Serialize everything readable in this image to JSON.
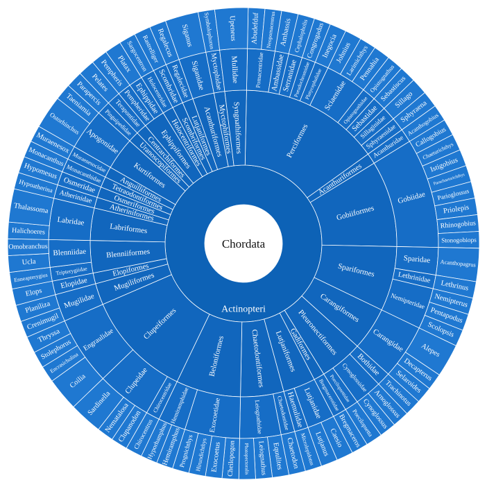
{
  "colors": {
    "level0": "#ffffff",
    "level1": "#0d62b6",
    "level2": "#1166bd",
    "level3": "#166dc6",
    "level4": "#1f78d1",
    "separator": "#ffffff",
    "text": "#ffffff",
    "center_text": "#111111"
  },
  "chart_data": {
    "type": "sunburst",
    "title": "",
    "root": "Chordata",
    "levels": [
      "phylum",
      "class",
      "order",
      "family",
      "genus"
    ],
    "tree": {
      "name": "Chordata",
      "children": [
        {
          "name": "Actinopteri",
          "children": [
            {
              "name": "Perciformes",
              "children": [
                {
                  "name": "Pomacentridae",
                  "children": [
                    {
                      "name": "Abudefduf",
                      "value": 1
                    },
                    {
                      "name": "Neopomacentrus",
                      "value": 1
                    }
                  ]
                },
                {
                  "name": "Ambassidae",
                  "children": [
                    {
                      "name": "Ambassis",
                      "value": 1
                    }
                  ]
                },
                {
                  "name": "Serranidae",
                  "children": [
                    {
                      "name": "Cephalopholis",
                      "value": 1
                    }
                  ]
                },
                {
                  "name": "Pseudochromidae",
                  "children": [
                    {
                      "name": "Congrogadus",
                      "value": 1
                    }
                  ]
                },
                {
                  "name": "Platycephalidae",
                  "children": [
                    {
                      "name": "Inegocia",
                      "value": 1
                    }
                  ]
                },
                {
                  "name": "Sciaenidae",
                  "children": [
                    {
                      "name": "Johnius",
                      "value": 1
                    },
                    {
                      "name": "Larimichthys",
                      "value": 1
                    },
                    {
                      "name": "Pennahia",
                      "value": 1
                    }
                  ]
                },
                {
                  "name": "Opistognathidae",
                  "children": [
                    {
                      "name": "Opistognathus",
                      "value": 1
                    }
                  ]
                },
                {
                  "name": "Sebastidae",
                  "children": [
                    {
                      "name": "Sebastiscus",
                      "value": 1
                    }
                  ]
                },
                {
                  "name": "Sillaginidae",
                  "children": [
                    {
                      "name": "Sillago",
                      "value": 1
                    }
                  ]
                },
                {
                  "name": "Sphyraenidae",
                  "children": [
                    {
                      "name": "Sphyraena",
                      "value": 1
                    }
                  ]
                }
              ]
            },
            {
              "name": "Acanthuriformes",
              "children": [
                {
                  "name": "Acanthuridae",
                  "children": [
                    {
                      "name": "Acanthogobius",
                      "value": 1
                    }
                  ]
                }
              ]
            },
            {
              "name": "Gobiiformes",
              "children": [
                {
                  "name": "Gobiidae",
                  "children": [
                    {
                      "name": "Callogobius",
                      "value": 1
                    },
                    {
                      "name": "Chaeturichthys",
                      "value": 1
                    },
                    {
                      "name": "Istigobius",
                      "value": 1
                    },
                    {
                      "name": "Parachaeturichthys",
                      "value": 1
                    },
                    {
                      "name": "Parioglossus",
                      "value": 1
                    },
                    {
                      "name": "Priolepis",
                      "value": 1
                    },
                    {
                      "name": "Rhinogobius",
                      "value": 1
                    },
                    {
                      "name": "Stonogobiops",
                      "value": 1
                    }
                  ]
                }
              ]
            },
            {
              "name": "Spariformes",
              "children": [
                {
                  "name": "Sparidae",
                  "children": [
                    {
                      "name": "Acanthopagrus",
                      "value": 2
                    }
                  ]
                },
                {
                  "name": "Lethrinidae",
                  "children": [
                    {
                      "name": "Lethrinus",
                      "value": 1
                    }
                  ]
                },
                {
                  "name": "Nemipteridae",
                  "children": [
                    {
                      "name": "Nemipterus",
                      "value": 1
                    },
                    {
                      "name": "Pentapodus",
                      "value": 1
                    },
                    {
                      "name": "Scolopsis",
                      "value": 1
                    }
                  ]
                }
              ]
            },
            {
              "name": "Carangiformes",
              "children": [
                {
                  "name": "Carangidae",
                  "children": [
                    {
                      "name": "Alepes",
                      "value": 2
                    },
                    {
                      "name": "Decapterus",
                      "value": 1
                    },
                    {
                      "name": "Selaroides",
                      "value": 1
                    }
                  ]
                }
              ]
            },
            {
              "name": "Pleuronectiformes",
              "children": [
                {
                  "name": "Bothidae",
                  "children": [
                    {
                      "name": "Trachinotus",
                      "value": 1
                    }
                  ]
                },
                {
                  "name": "Cynoglossidae",
                  "children": [
                    {
                      "name": "Arnoglossus",
                      "value": 1
                    },
                    {
                      "name": "Cynoglossus",
                      "value": 1
                    }
                  ]
                },
                {
                  "name": "Poecilopsettidae",
                  "children": [
                    {
                      "name": "Poecilopsetta",
                      "value": 1
                    }
                  ]
                }
              ]
            },
            {
              "name": "Gadiformes",
              "children": [
                {
                  "name": "Bregmacerotidae",
                  "children": [
                    {
                      "name": "Bregmaceros",
                      "value": 1
                    }
                  ]
                }
              ]
            },
            {
              "name": "Lutjaniformes",
              "children": [
                {
                  "name": "Lutjanidae",
                  "children": [
                    {
                      "name": "Caesio",
                      "value": 1
                    },
                    {
                      "name": "Lutjanus",
                      "value": 1
                    }
                  ]
                },
                {
                  "name": "Haemulidae",
                  "children": [
                    {
                      "name": "Microlepidotus",
                      "value": 1
                    }
                  ]
                }
              ]
            },
            {
              "name": "Chaetodontiformes",
              "children": [
                {
                  "name": "Chaetodontidae",
                  "children": [
                    {
                      "name": "Chaetodon",
                      "value": 1
                    }
                  ]
                },
                {
                  "name": "Leiognathidae",
                  "children": [
                    {
                      "name": "Equulites",
                      "value": 1
                    },
                    {
                      "name": "Leiognathus",
                      "value": 1
                    },
                    {
                      "name": "Photopectoralis",
                      "value": 1
                    }
                  ]
                }
              ]
            },
            {
              "name": "Beloniformes",
              "children": [
                {
                  "name": "Exocoetidae",
                  "children": [
                    {
                      "name": "Cheilopogon",
                      "value": 1
                    },
                    {
                      "name": "Exocoetus",
                      "value": 1
                    },
                    {
                      "name": "Hirundichthys",
                      "value": 1
                    },
                    {
                      "name": "Prognichthys",
                      "value": 1
                    }
                  ]
                },
                {
                  "name": "Hemiramphidae",
                  "children": [
                    {
                      "name": "Hemiramphus",
                      "value": 1
                    },
                    {
                      "name": "Hyporhamphus",
                      "value": 1
                    }
                  ]
                }
              ]
            },
            {
              "name": "Clupeiformes",
              "children": [
                {
                  "name": "Chirocentridae",
                  "children": [
                    {
                      "name": "Chirocentrus",
                      "value": 1
                    }
                  ]
                },
                {
                  "name": "Clupeidae",
                  "children": [
                    {
                      "name": "Clupanodon",
                      "value": 1
                    },
                    {
                      "name": "Nematalosa",
                      "value": 1
                    },
                    {
                      "name": "Sardinella",
                      "value": 2
                    }
                  ]
                },
                {
                  "name": "Engraulidae",
                  "children": [
                    {
                      "name": "Coilia",
                      "value": 2
                    },
                    {
                      "name": "Encrasicholina",
                      "value": 1
                    },
                    {
                      "name": "Stolephorus",
                      "value": 1
                    },
                    {
                      "name": "Thryssa",
                      "value": 1
                    }
                  ]
                }
              ]
            },
            {
              "name": "Mugiliformes",
              "children": [
                {
                  "name": "Mugilidae",
                  "children": [
                    {
                      "name": "Crenimugil",
                      "value": 1
                    },
                    {
                      "name": "Planiliza",
                      "value": 1
                    }
                  ]
                }
              ]
            },
            {
              "name": "Elopiformes",
              "children": [
                {
                  "name": "Elopidae",
                  "children": [
                    {
                      "name": "Elops",
                      "value": 1
                    }
                  ]
                }
              ]
            },
            {
              "name": "Blenniiformes",
              "children": [
                {
                  "name": "Tripterygiidae",
                  "children": [
                    {
                      "name": "Enneapterygius",
                      "value": 1
                    }
                  ]
                },
                {
                  "name": "Blenniidae",
                  "children": [
                    {
                      "name": "Ucla",
                      "value": 1
                    },
                    {
                      "name": "Omobranchus",
                      "value": 1
                    }
                  ]
                }
              ]
            },
            {
              "name": "Labriformes",
              "children": [
                {
                  "name": "Labridae",
                  "children": [
                    {
                      "name": "Halichoeres",
                      "value": 1
                    },
                    {
                      "name": "Thalassoma",
                      "value": 2
                    }
                  ]
                }
              ]
            },
            {
              "name": "Atheriniformes",
              "children": [
                {
                  "name": "Atherinidae",
                  "children": [
                    {
                      "name": "Hypoatherina",
                      "value": 1
                    }
                  ]
                }
              ]
            },
            {
              "name": "Osmeriformes",
              "children": [
                {
                  "name": "Osmeridae",
                  "children": [
                    {
                      "name": "Hypomesus",
                      "value": 1
                    }
                  ]
                }
              ]
            },
            {
              "name": "Tetraodontiformes",
              "children": [
                {
                  "name": "Monacanthidae",
                  "children": [
                    {
                      "name": "Monacanthus",
                      "value": 1
                    }
                  ]
                }
              ]
            },
            {
              "name": "Anguilliformes",
              "children": [
                {
                  "name": "Muraenesocidae",
                  "children": [
                    {
                      "name": "Muraenesox",
                      "value": 1
                    }
                  ]
                }
              ]
            },
            {
              "name": "Kurtiformes",
              "children": [
                {
                  "name": "Apogonidae",
                  "children": [
                    {
                      "name": "Ostorhinchus",
                      "value": 2
                    },
                    {
                      "name": "Taeniamia",
                      "value": 1
                    }
                  ]
                }
              ]
            },
            {
              "name": "Uranoscopiformes",
              "children": [
                {
                  "name": "Pinguipedidae",
                  "children": [
                    {
                      "name": "Parapercis",
                      "value": 1
                    }
                  ]
                }
              ]
            },
            {
              "name": "Centrarchiformes",
              "children": [
                {
                  "name": "Terapontidae",
                  "children": [
                    {
                      "name": "Pelates",
                      "value": 1
                    }
                  ]
                }
              ]
            },
            {
              "name": "Ephippiformes",
              "children": [
                {
                  "name": "Pempheridae",
                  "children": [
                    {
                      "name": "Pempheris",
                      "value": 1
                    }
                  ]
                },
                {
                  "name": "Ephippidae",
                  "children": [
                    {
                      "name": "Platax",
                      "value": 1
                    }
                  ]
                }
              ]
            },
            {
              "name": "Holocentriformes",
              "children": [
                {
                  "name": "Holocentridae",
                  "children": [
                    {
                      "name": "Sargocentron",
                      "value": 1
                    }
                  ]
                }
              ]
            },
            {
              "name": "Scombriformes",
              "children": [
                {
                  "name": "Scombridae",
                  "children": [
                    {
                      "name": "Rastrelliger",
                      "value": 1
                    }
                  ]
                }
              ]
            },
            {
              "name": "Lutjaniformes",
              "children": [
                {
                  "name": "Regalecidae",
                  "children": [
                    {
                      "name": "Regalecus",
                      "value": 1
                    }
                  ]
                }
              ]
            },
            {
              "name": "Acanthuriformes",
              "children": [
                {
                  "name": "Siganidae",
                  "children": [
                    {
                      "name": "Siganus",
                      "value": 2
                    }
                  ]
                }
              ]
            },
            {
              "name": "Myctophiformes",
              "children": [
                {
                  "name": "Myctophidae",
                  "children": [
                    {
                      "name": "Symbolophorus",
                      "value": 1
                    }
                  ]
                }
              ]
            },
            {
              "name": "Syngnathiformes",
              "children": [
                {
                  "name": "Mullidae",
                  "children": [
                    {
                      "name": "Upeneus",
                      "value": 2
                    }
                  ]
                }
              ]
            }
          ]
        }
      ]
    }
  }
}
